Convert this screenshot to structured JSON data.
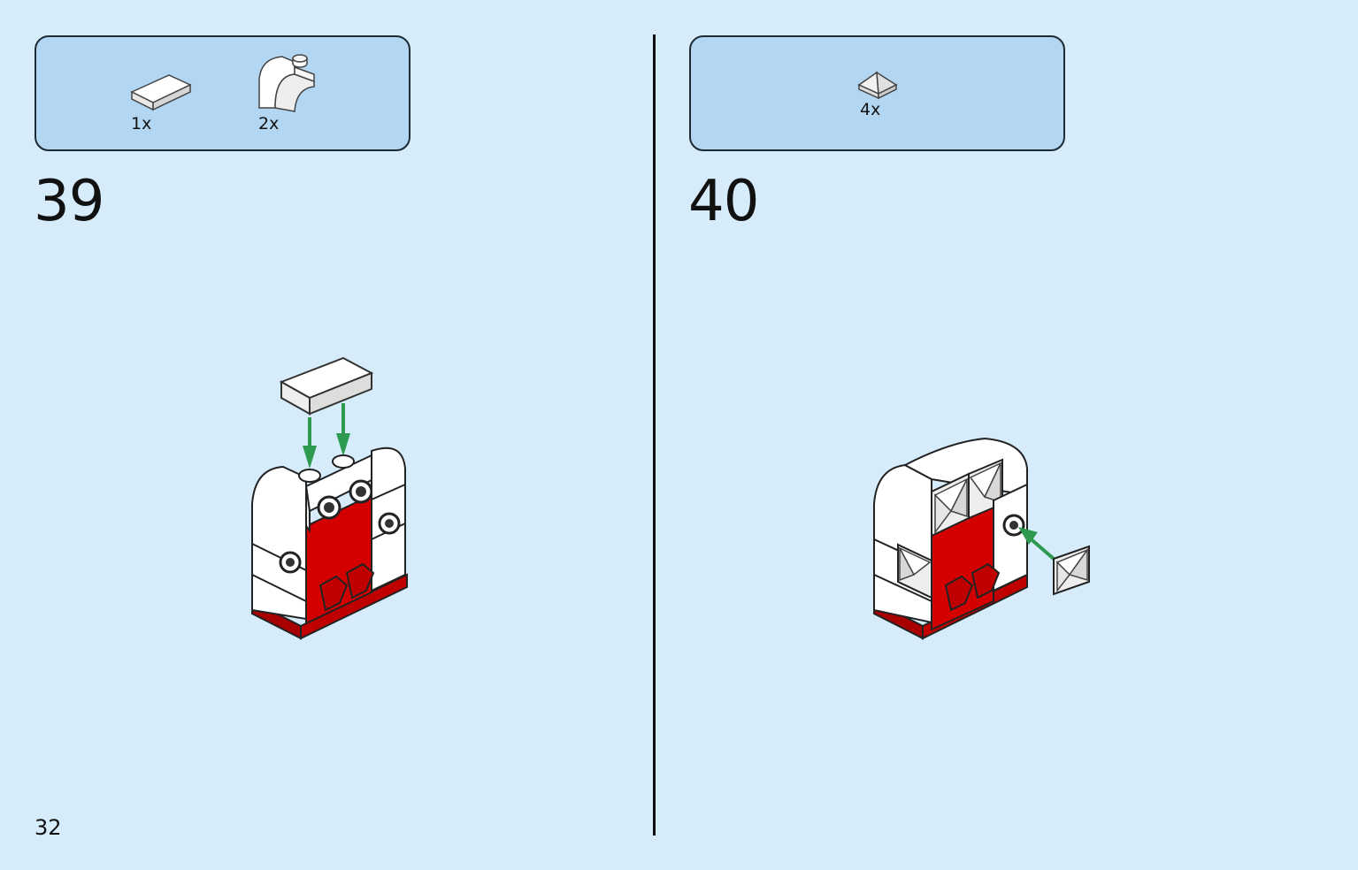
{
  "page": {
    "page_number": "32",
    "background_color": "#d6ecfa"
  },
  "steps": [
    {
      "number": "39",
      "parts": [
        {
          "icon": "white-flat-tile-1x2-icon",
          "count": "1x"
        },
        {
          "icon": "white-curved-slope-with-stud-icon",
          "count": "2x"
        }
      ],
      "action_arrows": "down",
      "arrow_color": "#2e9a4f"
    },
    {
      "number": "40",
      "parts": [
        {
          "icon": "white-pyramid-tile-1x1-icon",
          "count": "4x"
        }
      ],
      "action_arrows": "toward-model",
      "arrow_color": "#2e9a4f"
    }
  ],
  "colors": {
    "brick_red": "#d40000",
    "brick_white": "#ffffff",
    "parts_box_bg": "#b3d7f3",
    "outline": "#1d2a33"
  }
}
